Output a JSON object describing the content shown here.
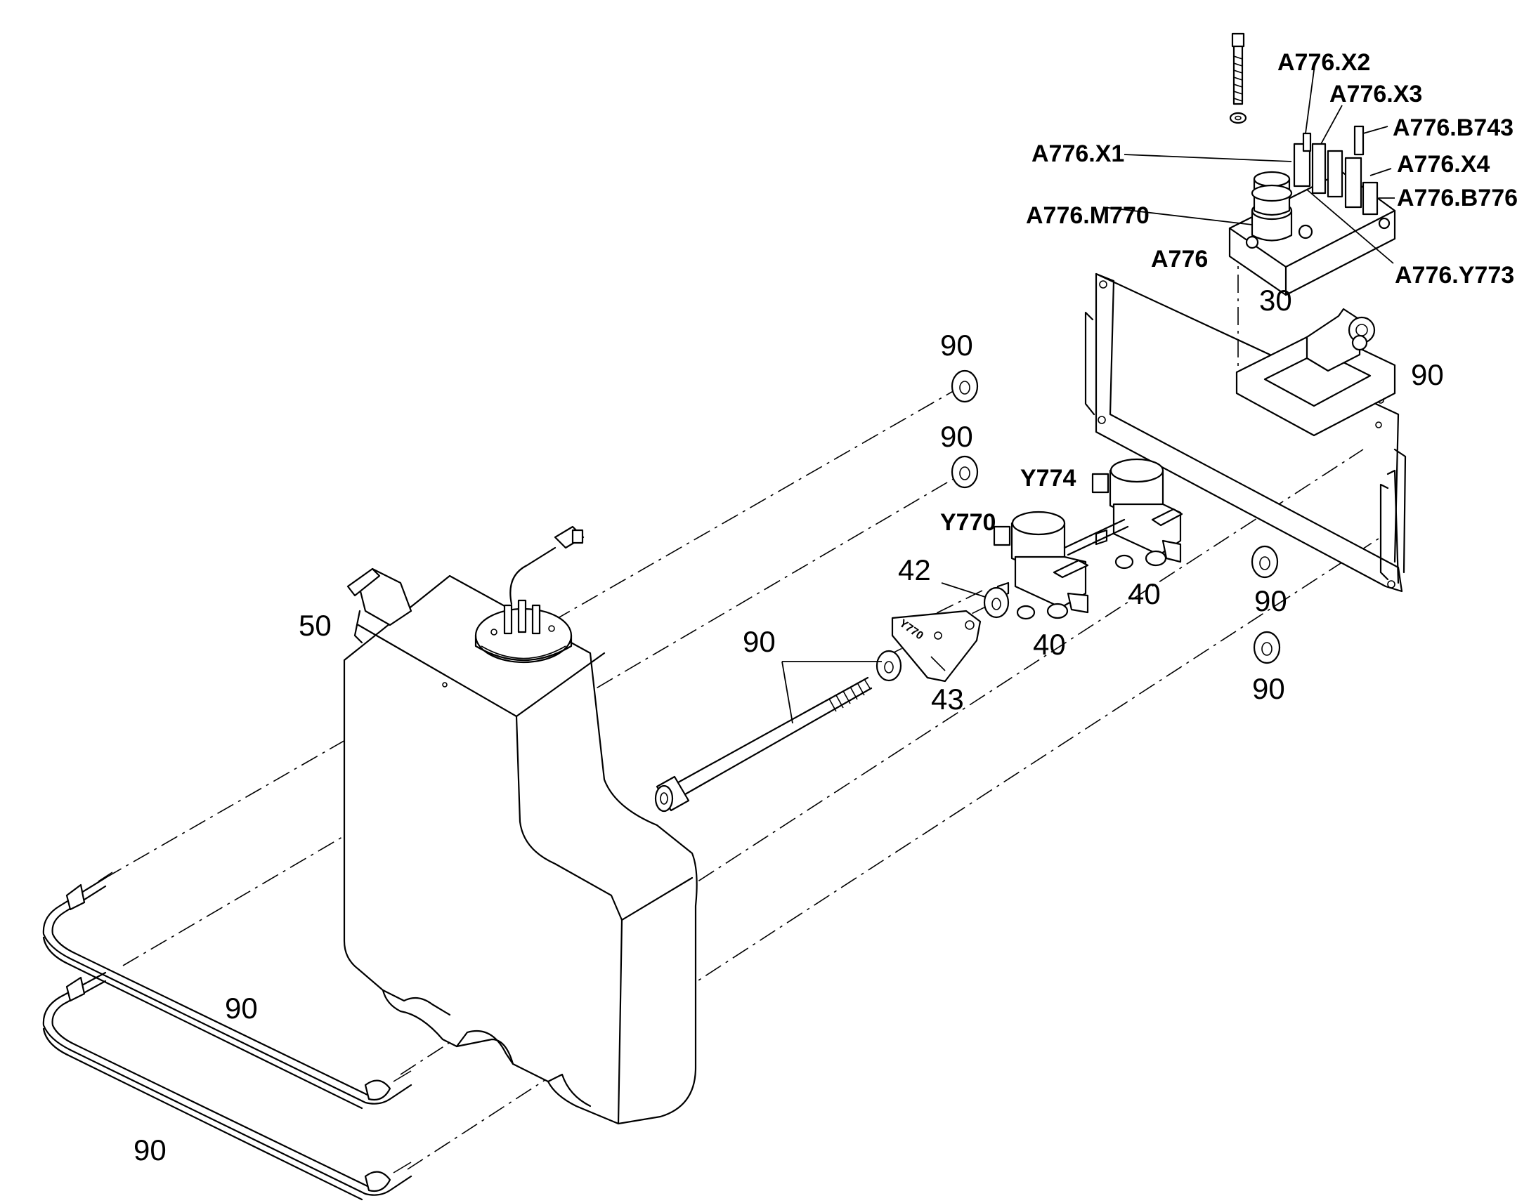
{
  "part_numbers": {
    "p90_a": "90",
    "p90_b": "90",
    "p90_c": "90",
    "p90_d": "90",
    "p90_e": "90",
    "p90_f": "90",
    "p90_g": "90",
    "p90_h": "90",
    "p30": "30",
    "p40_a": "40",
    "p40_b": "40",
    "p42": "42",
    "p43": "43",
    "p50": "50"
  },
  "component_codes": {
    "a776": "A776",
    "a776_x1": "A776.X1",
    "a776_x2": "A776.X2",
    "a776_x3": "A776.X3",
    "a776_x4": "A776.X4",
    "a776_b743": "A776.B743",
    "a776_b776": "A776.B776",
    "a776_m770": "A776.M770",
    "a776_y773": "A776.Y773",
    "y770": "Y770",
    "y774": "Y774"
  },
  "plate_marking": "Y770"
}
